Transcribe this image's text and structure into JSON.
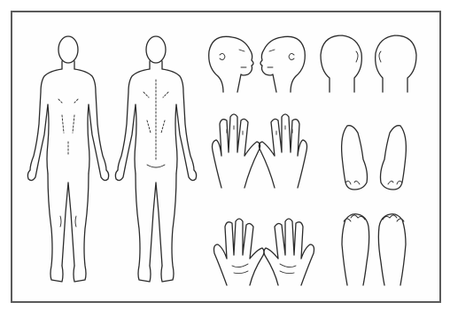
{
  "diagram": {
    "type": "body-map-outline",
    "line_color": "#2b2b2b",
    "border_color": "#5a5a5a",
    "background": "#fefefe",
    "figures": [
      "body-front",
      "body-back",
      "head-right-profile",
      "head-left-profile",
      "head-back-right",
      "head-back-left",
      "hand-back-left",
      "hand-back-right",
      "foot-sole-left",
      "foot-sole-right",
      "hand-palm-left",
      "hand-palm-right",
      "foot-top-left",
      "foot-top-right"
    ]
  }
}
